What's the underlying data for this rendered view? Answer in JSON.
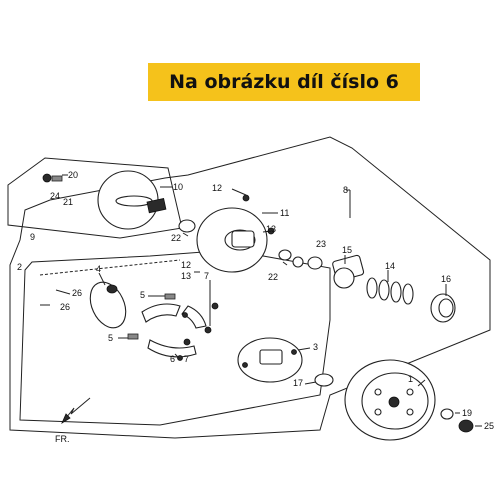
{
  "banner": {
    "text": "Na obrázku díl číslo 6",
    "color": "#f5c21b"
  },
  "callouts": [
    "1",
    "2",
    "3",
    "4",
    "5",
    "6",
    "7",
    "8",
    "9",
    "10",
    "11",
    "12",
    "13",
    "14",
    "15",
    "16",
    "17",
    "19",
    "20",
    "21",
    "22",
    "23",
    "24",
    "25",
    "26"
  ],
  "direction_label": "FR."
}
